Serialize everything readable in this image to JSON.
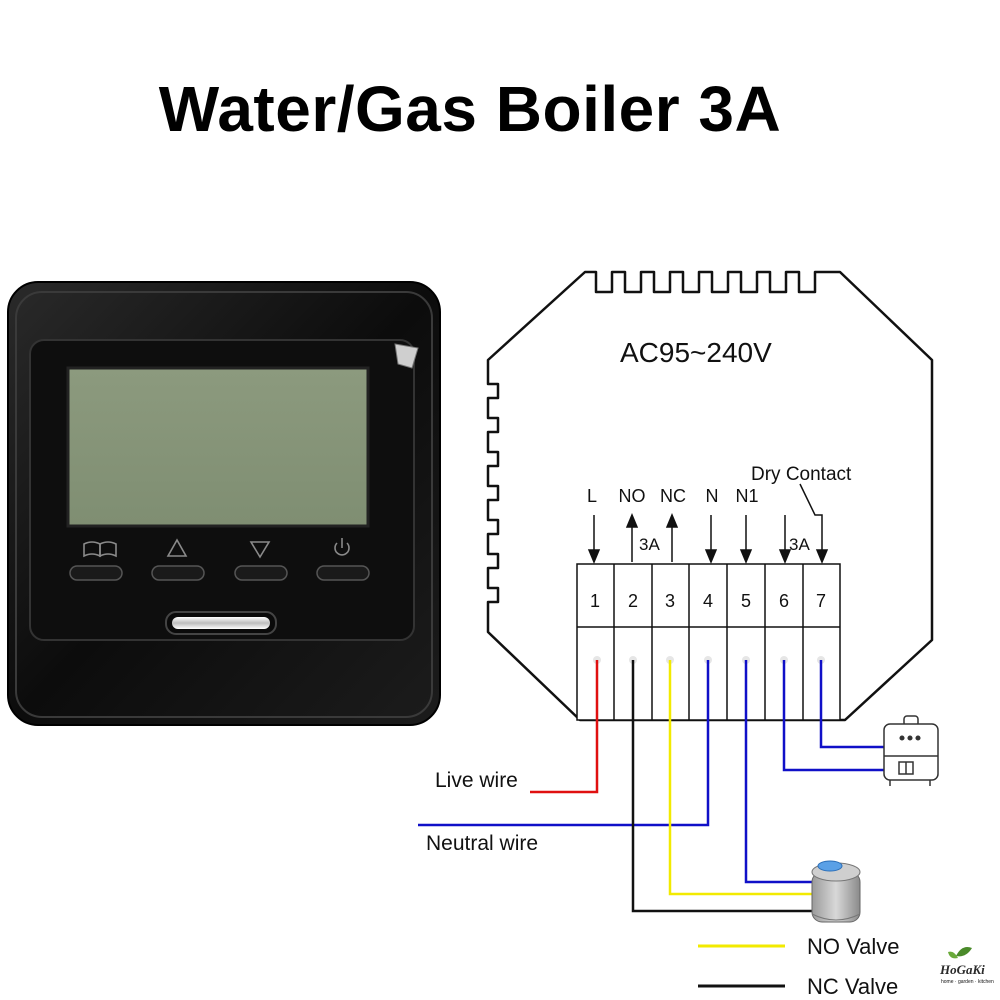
{
  "title": "Water/Gas Boiler 3A",
  "module": {
    "voltage": "AC95~240V",
    "dry_contact": "Dry Contact",
    "rating_left": "3A",
    "rating_right": "3A"
  },
  "terminals": [
    {
      "number": "1",
      "label": "L"
    },
    {
      "number": "2",
      "label": "NO"
    },
    {
      "number": "3",
      "label": "NC"
    },
    {
      "number": "4",
      "label": "N"
    },
    {
      "number": "5",
      "label": "N1"
    },
    {
      "number": "6",
      "label": ""
    },
    {
      "number": "7",
      "label": ""
    }
  ],
  "wires": {
    "live": "Live wire",
    "neutral": "Neutral wire"
  },
  "legend": {
    "no_valve": "NO Valve",
    "nc_valve": "NC Valve"
  },
  "thermostat_icons": [
    "book-icon",
    "up-triangle-icon",
    "down-triangle-icon",
    "power-icon"
  ],
  "logo": {
    "text": "HoGaKi",
    "tagline": "home · garden · kitchen"
  },
  "colors": {
    "live": "#e01010",
    "neutral": "#1010c8",
    "no_valve": "#f2ea00",
    "nc_valve": "#111111",
    "lcd": "#8e9c80"
  }
}
